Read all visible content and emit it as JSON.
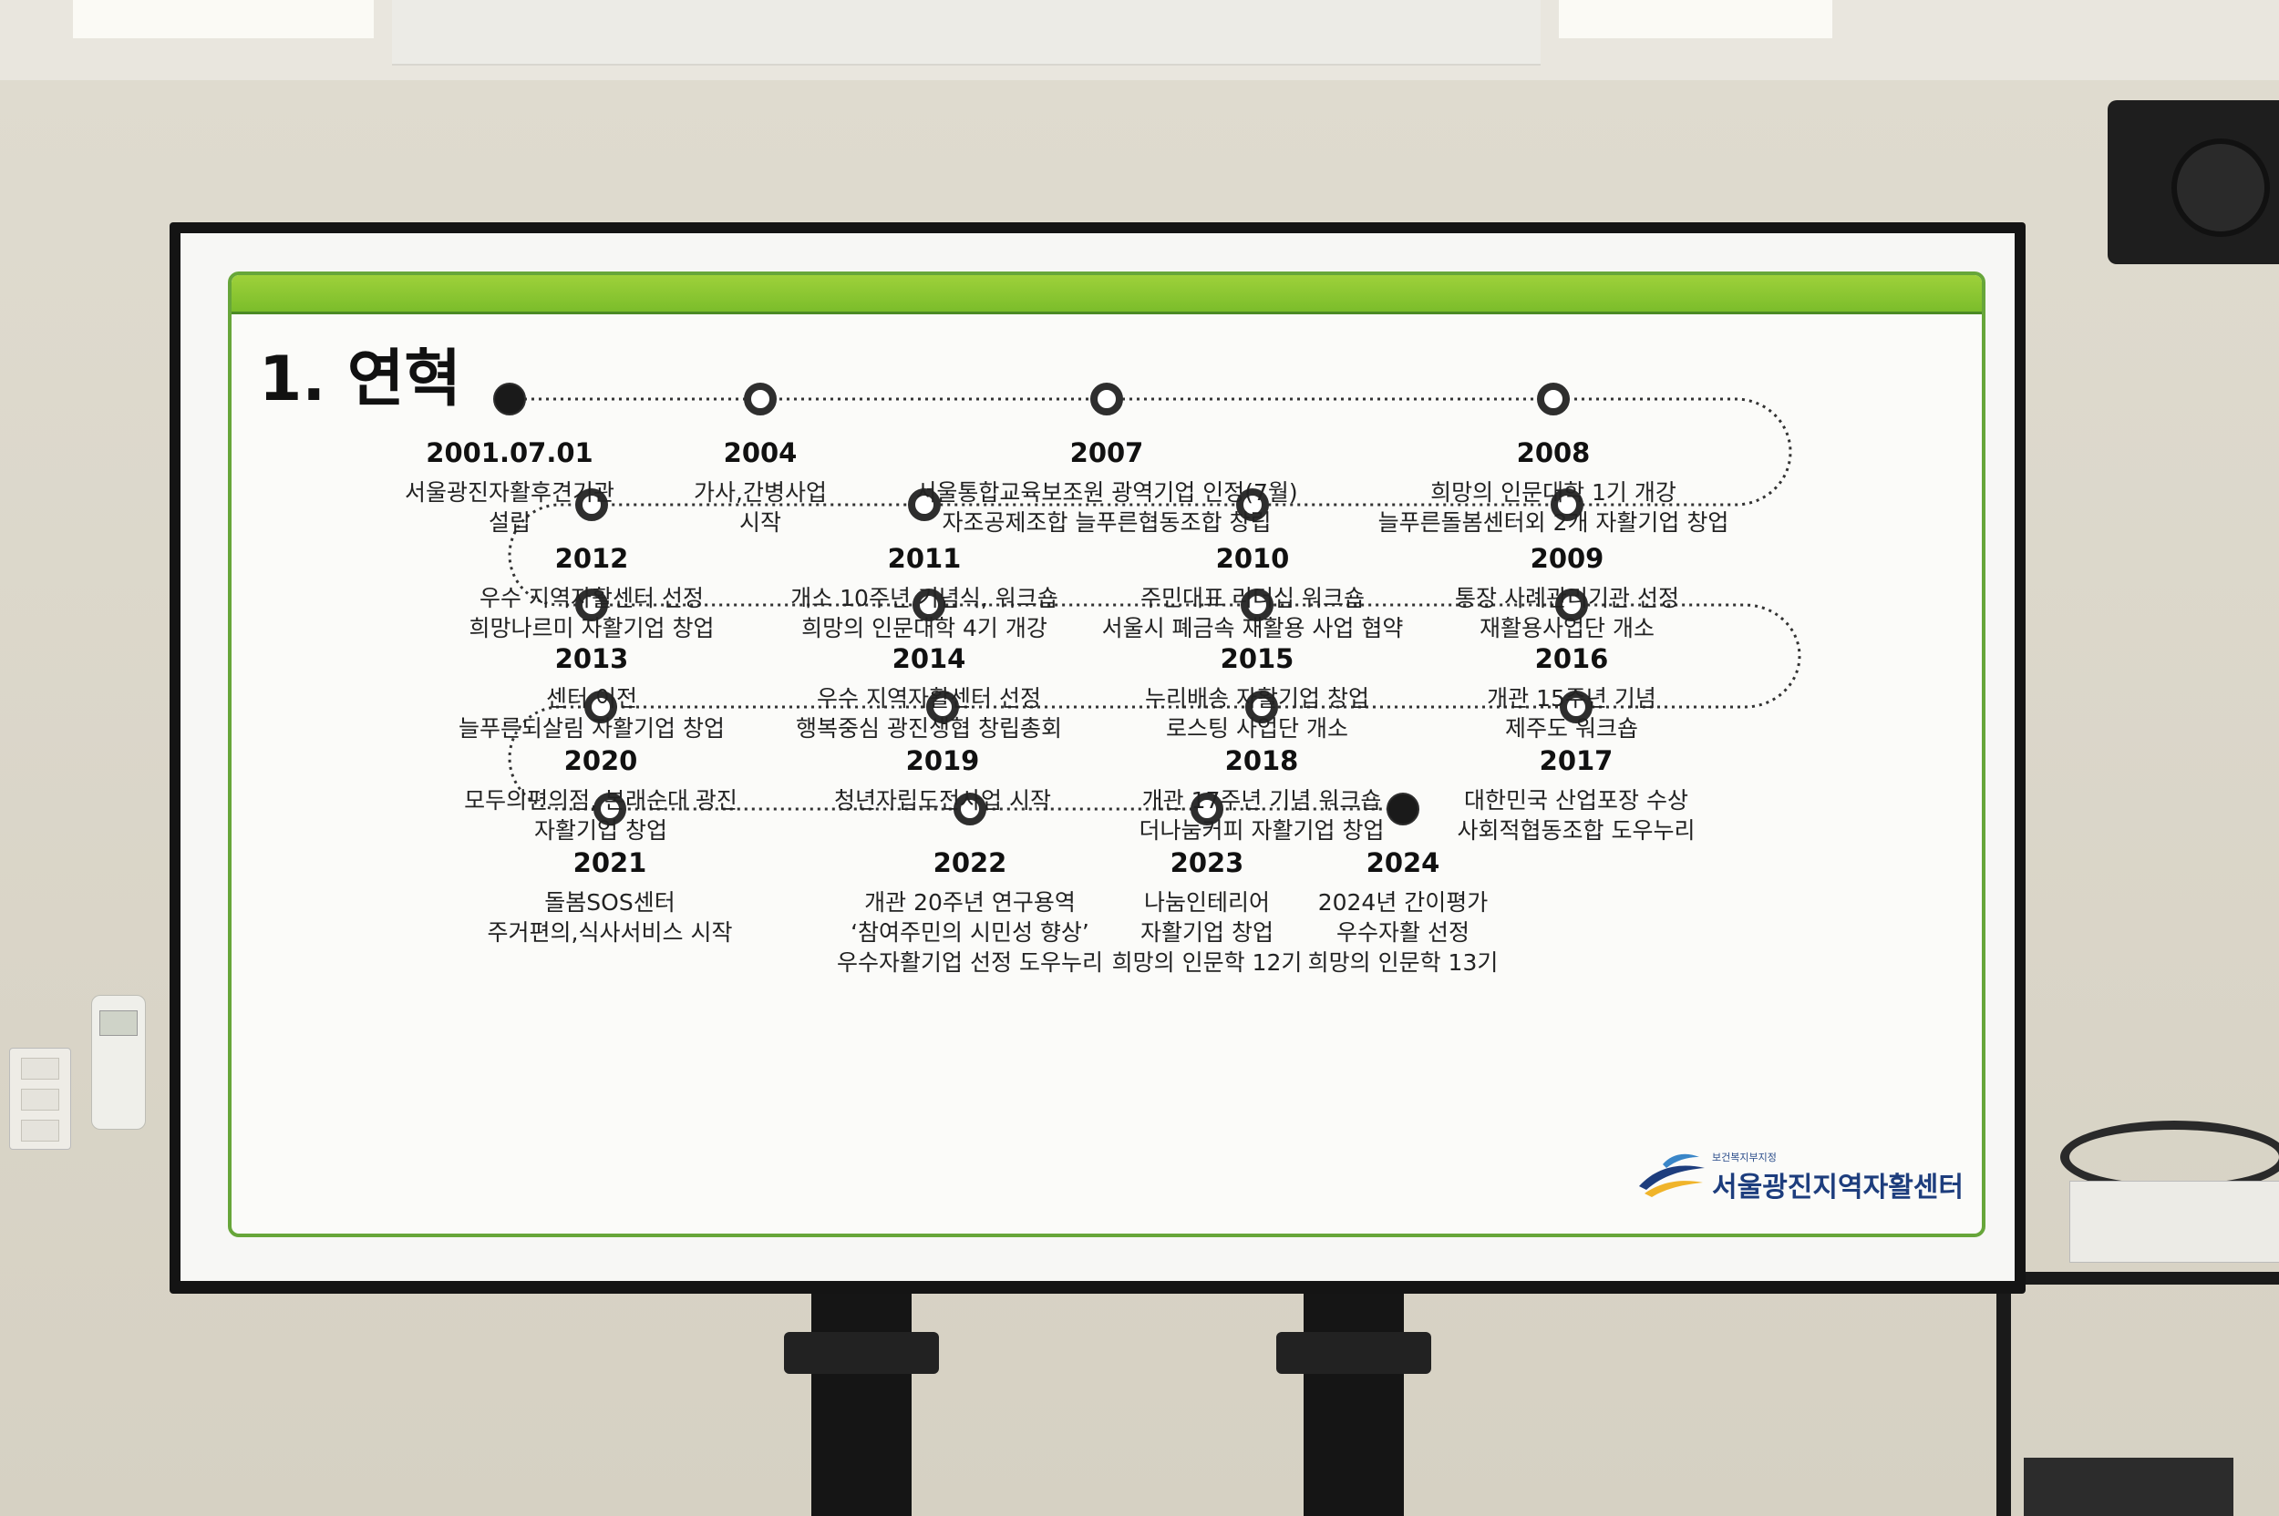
{
  "slide": {
    "heading": "1. 연혁",
    "logo_small": "보건복지부지정",
    "logo_org": "서울광진지역자활센터"
  },
  "timeline": [
    {
      "year": "2001.07.01",
      "lines": [
        "서울광진자활후견기관",
        "설립"
      ],
      "filled": true
    },
    {
      "year": "2004",
      "lines": [
        "가사,간병사업",
        "시작"
      ],
      "filled": false
    },
    {
      "year": "2007",
      "lines": [
        "서울통합교육보조원 광역기업 인정(7월)",
        "자조공제조합 늘푸른협동조합 창립"
      ],
      "filled": false
    },
    {
      "year": "2008",
      "lines": [
        "희망의 인문대학 1기 개강",
        "늘푸른돌봄센터외 2개 자활기업 창업"
      ],
      "filled": false
    },
    {
      "year": "2009",
      "lines": [
        "통장 사례관리기관 선정",
        "재활용사업단 개소"
      ],
      "filled": false
    },
    {
      "year": "2010",
      "lines": [
        "주민대표 리더십 워크숍",
        "서울시 폐금속 재활용 사업 협약"
      ],
      "filled": false
    },
    {
      "year": "2011",
      "lines": [
        "개소 10주년 기념식, 워크숍",
        "희망의 인문대학 4기 개강"
      ],
      "filled": false
    },
    {
      "year": "2012",
      "lines": [
        "우수 지역자활센터 선정",
        "희망나르미 자활기업 창업"
      ],
      "filled": false
    },
    {
      "year": "2013",
      "lines": [
        "센터 이전",
        "늘푸른되살림 자활기업 창업"
      ],
      "filled": false
    },
    {
      "year": "2014",
      "lines": [
        "우수 지역자활센터 선정",
        "행복중심 광진생협 창립총회"
      ],
      "filled": false
    },
    {
      "year": "2015",
      "lines": [
        "누리배송 자활기업 창업",
        "로스팅 사업단 개소"
      ],
      "filled": false
    },
    {
      "year": "2016",
      "lines": [
        "개관 15주년 기념",
        "제주도 워크숍"
      ],
      "filled": false
    },
    {
      "year": "2017",
      "lines": [
        "대한민국 산업포장 수상",
        "사회적협동조합 도우누리"
      ],
      "filled": false
    },
    {
      "year": "2018",
      "lines": [
        "개관 17주년 기념 워크숍",
        "더나눔커피 자활기업 창업"
      ],
      "filled": false
    },
    {
      "year": "2019",
      "lines": [
        "청년자립도전사업 시작"
      ],
      "filled": false
    },
    {
      "year": "2020",
      "lines": [
        "모두의편의점, 본래순대 광진",
        "자활기업 창업"
      ],
      "filled": false
    },
    {
      "year": "2021",
      "lines": [
        "돌봄SOS센터",
        "주거편의,식사서비스 시작"
      ],
      "filled": false
    },
    {
      "year": "2022",
      "lines": [
        "개관 20주년 연구용역",
        "‘참여주민의 시민성 향상’",
        "우수자활기업 선정 도우누리"
      ],
      "filled": false
    },
    {
      "year": "2023",
      "lines": [
        "나눔인테리어",
        "자활기업 창업",
        "희망의 인문학 12기"
      ],
      "filled": false
    },
    {
      "year": "2024",
      "lines": [
        "2024년 간이평가",
        "우수자활 선정",
        "희망의 인문학 13기"
      ],
      "filled": true
    }
  ],
  "colors": {
    "accent_green": "#7bbd2b",
    "node_ring": "#2e2e2e",
    "node_fill_dark": "#1a1a1a"
  }
}
